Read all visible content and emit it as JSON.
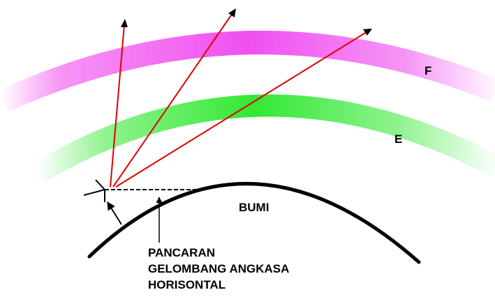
{
  "diagram": {
    "layers": [
      {
        "id": "F",
        "label": "F",
        "color": "#f04ff0"
      },
      {
        "id": "E",
        "label": "E",
        "color": "#33e833"
      }
    ],
    "earth": {
      "label": "BUMI"
    },
    "caption": {
      "lines": [
        "PANCARAN",
        "GELOMBANG ANGKASA",
        "HORISONTAL"
      ]
    },
    "colors": {
      "rays": "#e00000",
      "earth_outline": "#000000"
    }
  }
}
